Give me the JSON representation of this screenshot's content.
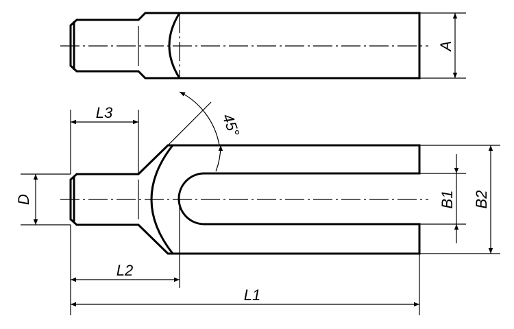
{
  "labels": {
    "A": "A",
    "L3": "L3",
    "angle": "45°",
    "D": "D",
    "B1": "B1",
    "B2": "B2",
    "L2": "L2",
    "L1": "L1"
  }
}
